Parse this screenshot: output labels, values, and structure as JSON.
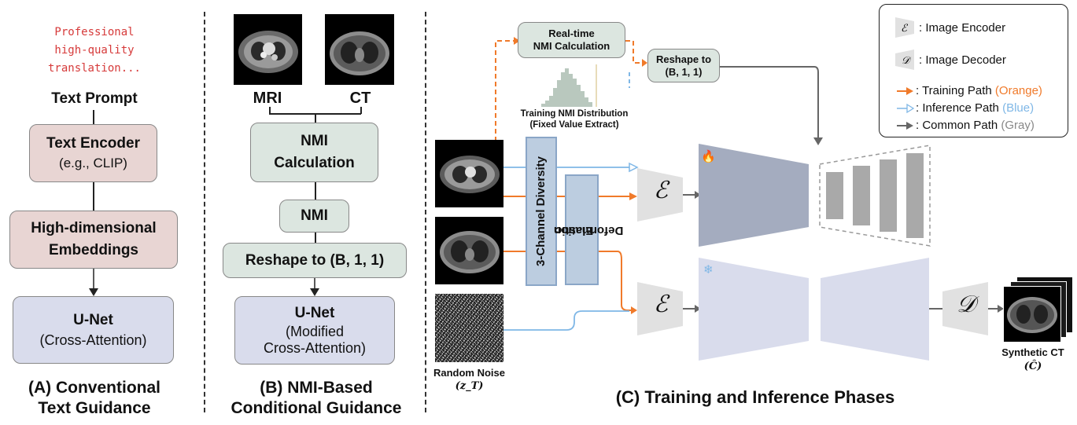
{
  "panel_a": {
    "prompt_lines": [
      "Professional",
      "high-quality",
      "translation..."
    ],
    "prompt_label": "Text Prompt",
    "encoder_title": "Text Encoder",
    "encoder_sub": "(e.g., CLIP)",
    "embed_line1": "High-dimensional",
    "embed_line2": "Embeddings",
    "unet_title": "U-Net",
    "unet_sub": "(Cross-Attention)",
    "caption_line1": "(A) Conventional",
    "caption_line2": "Text Guidance"
  },
  "panel_b": {
    "mri_label": "MRI",
    "ct_label": "CT",
    "nmi_calc_line1": "NMI",
    "nmi_calc_line2": "Calculation",
    "nmi": "NMI",
    "reshape": "Reshape to (B, 1, 1)",
    "unet_title": "U-Net",
    "unet_sub1": "(Modified",
    "unet_sub2": "Cross-Attention)",
    "caption_line1": "(B) NMI-Based",
    "caption_line2": "Conditional Guidance"
  },
  "panel_c": {
    "realtime_line1": "Real-time",
    "realtime_line2": "NMI Calculation",
    "reshape_line1": "Reshape to",
    "reshape_line2": "(B, 1, 1)",
    "dist_line1": "Training NMI Distribution",
    "dist_line2": "(Fixed Value Extract)",
    "diversity": "3-Channel Diversity",
    "elastic_line1": "Elastic",
    "elastic_line2": "Deformation",
    "encoder_symbol": "ℰ",
    "decoder_symbol": "𝒟",
    "noise_line1": "Random Noise",
    "noise_line2": "(z_T)",
    "output_line1": "Synthetic CT",
    "output_line2": "(Ĉ)",
    "caption": "(C) Training and Inference Phases",
    "fire_icon": "🔥",
    "snow_icon": "❄"
  },
  "legend": {
    "encoder": ": Image Encoder",
    "decoder": ": Image Decoder",
    "training_prefix": ": Training Path ",
    "training_color_word": "(Orange)",
    "inference_prefix": ": Inference Path ",
    "inference_color_word": "(Blue)",
    "common_prefix": ": Common Path ",
    "common_color_word": "(Gray)",
    "enc_symbol": "ℰ",
    "dec_symbol": "𝒟"
  },
  "colors": {
    "orange": "#f07a2a",
    "blue": "#7fb7e6",
    "gray": "#666666",
    "prompt_red": "#d63a3a"
  }
}
